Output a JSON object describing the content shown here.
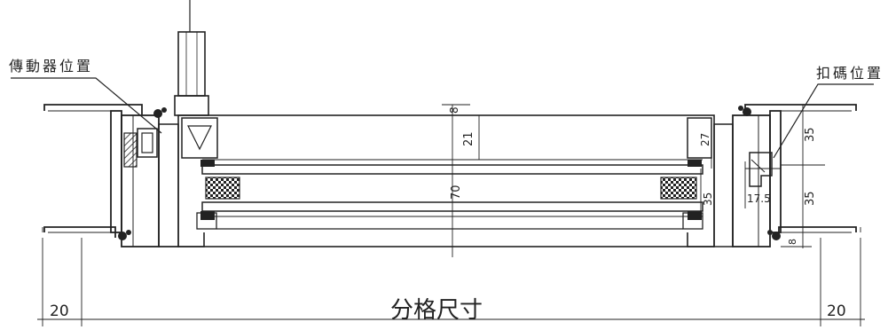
{
  "labels": {
    "actuator_position": "傳動器位置",
    "latch_position": "扣碼位置",
    "span_title": "分格尺寸"
  },
  "dimensions": {
    "d_8_top": "8",
    "d_21": "21",
    "d_70": "70",
    "d_27": "27",
    "d_35_mid": "35",
    "d_35_right_top": "35",
    "d_35_right_bottom": "35",
    "d_17_5": "17.5",
    "d_8_right": "8",
    "d_20_left": "20",
    "d_20_right": "20"
  }
}
